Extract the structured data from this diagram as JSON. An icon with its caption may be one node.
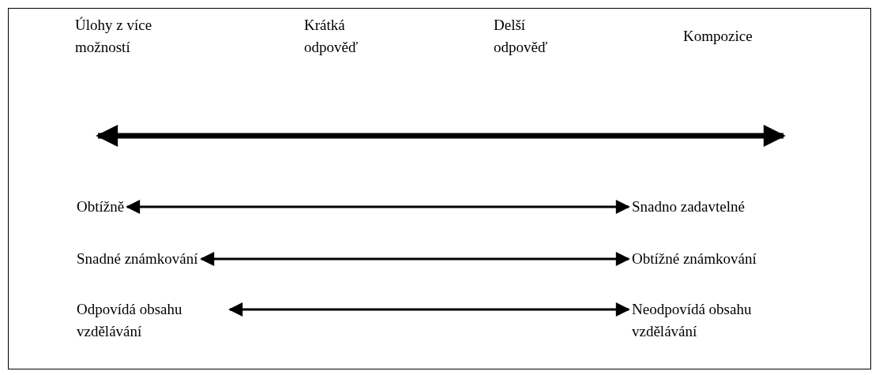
{
  "diagram": {
    "nodes": [
      {
        "text": [
          "Obtížně"
        ]
      },
      {
        "text": [
          "Snadno zadavtelné"
        ]
      },
      {
        "text": [
          "Snadné známkování"
        ]
      },
      {
        "text": [
          "Obtížné známkování"
        ]
      },
      {
        "text": [
          "Odpovídá obsahu vzdělávání"
        ]
      },
      {
        "text": [
          "Neodpovídá obsahu vzdělávání"
        ]
      }
    ],
    "edges": [
      {
        "from": 0,
        "to": 1,
        "arrow": "both"
      },
      {
        "from": 2,
        "to": 3,
        "arrow": "both"
      },
      {
        "from": 4,
        "to": 5,
        "arrow": "both"
      }
    ],
    "labels": [
      "Úlohy z více možností",
      "Krátká odpověď",
      "Delší odpověď",
      "Kompozice"
    ]
  }
}
